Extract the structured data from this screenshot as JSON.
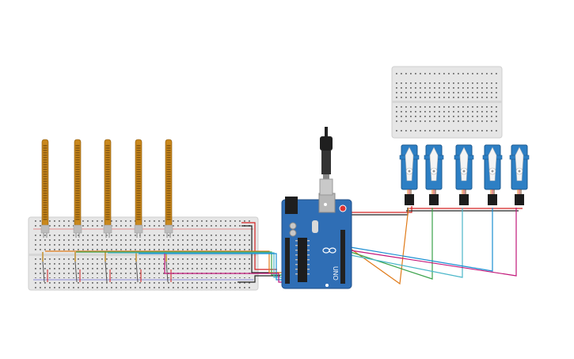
{
  "scene": "circuit",
  "board": {
    "brand_text": "UNO",
    "logo": "arduino-infinity-logo",
    "colors": {
      "pcb": "#2f6eb5",
      "header": "#222222",
      "usb": "#b8b8b8"
    }
  },
  "flex_sensors": {
    "count": 5,
    "color": "#c8871c"
  },
  "servos": {
    "count": 5,
    "color": "#2d7fc4"
  },
  "wire_colors": [
    "#e07b1a",
    "#3aa24a",
    "#49b6c9",
    "#1b8fd2",
    "#c2187a"
  ],
  "power_wire_colors": {
    "vcc": "#d22222",
    "gnd": "#222222"
  }
}
